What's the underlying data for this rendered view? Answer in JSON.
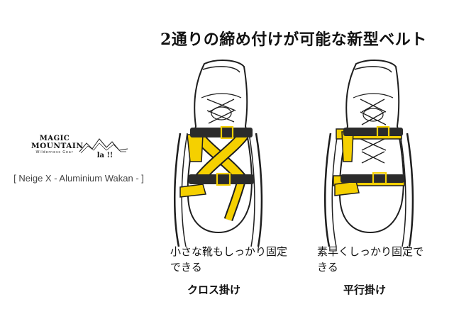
{
  "brand": {
    "logo1_line1": "MAGIC",
    "logo1_line2": "MOUNTAIN",
    "logo1_line3": "Wilderness Gear",
    "logo2_main": "la !!",
    "product": "[ Neige X - Aluminium Wakan - ]"
  },
  "title": "2通りの締め付けが可能な新型ベルト",
  "left": {
    "caption": "小さな靴もしっかり固定できる",
    "method": "クロス掛け"
  },
  "right": {
    "caption": "素早くしっかり固定できる",
    "method": "平行掛け"
  },
  "colors": {
    "strap": "#f5d000",
    "belt": "#2b2b2b",
    "line": "#1e1e1e"
  }
}
